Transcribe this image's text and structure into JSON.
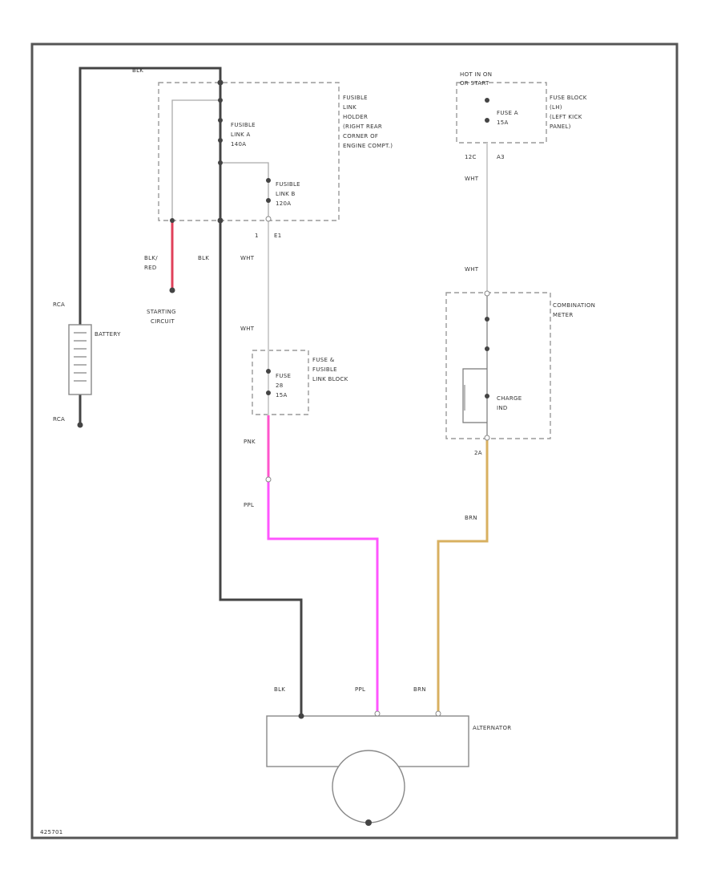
{
  "labels": {
    "fusible_link_holder": [
      "FUSIBLE",
      "LINK",
      "HOLDER",
      "(RIGHT REAR",
      "CORNER OF",
      "ENGINE COMPT.)"
    ],
    "fusible_link_a": [
      "FUSIBLE",
      "LINK A",
      "140A"
    ],
    "fusible_link_b": [
      "FUSIBLE",
      "LINK B",
      "120A"
    ],
    "hot_in_on": [
      "HOT IN ON",
      "OR START"
    ],
    "fuse_a": [
      "FUSE A",
      "15A"
    ],
    "fuse_block": [
      "FUSE BLOCK",
      "(LH)",
      "(LEFT KICK",
      "PANEL)"
    ],
    "conn_12c": "12C",
    "conn_a3": "A3",
    "conn_1": "1",
    "conn_e1": "E1",
    "conn_2a": "2A",
    "combination_meter": [
      "COMBINATION",
      "METER"
    ],
    "charge_ind": [
      "CHARGE",
      "IND"
    ],
    "battery": "BATTERY",
    "battery_plus": "RCA",
    "battery_minus": "RCA",
    "blk_red": [
      "BLK/",
      "RED"
    ],
    "starting_circuit": [
      "STARTING",
      "CIRCUIT"
    ],
    "fuse_fusible_block": [
      "FUSE &",
      "FUSIBLE",
      "LINK BLOCK"
    ],
    "fuse_28": [
      "FUSE",
      "28",
      "15A"
    ],
    "alternator": "ALTERNATOR",
    "figure_id": "425701"
  },
  "wire_labels": {
    "top_blk": "BLK",
    "blk_left": "BLK",
    "wht_1": "WHT",
    "wht_2": "WHT",
    "wht_3": "WHT",
    "wht_4": "WHT",
    "pnk": "PNK",
    "ppl": "PPL",
    "brn": "BRN",
    "alt_blk": "BLK",
    "alt_ppl": "PPL",
    "alt_brn": "BRN"
  },
  "colors": {
    "blk": "#444444",
    "wht": "#cfcfcf",
    "blk_red": "#e0405a",
    "pnk": "#ff55cc",
    "ppl": "#ff55ff",
    "brn": "#d8b060",
    "frame": "#555555",
    "dash": "#9a9a9a"
  }
}
